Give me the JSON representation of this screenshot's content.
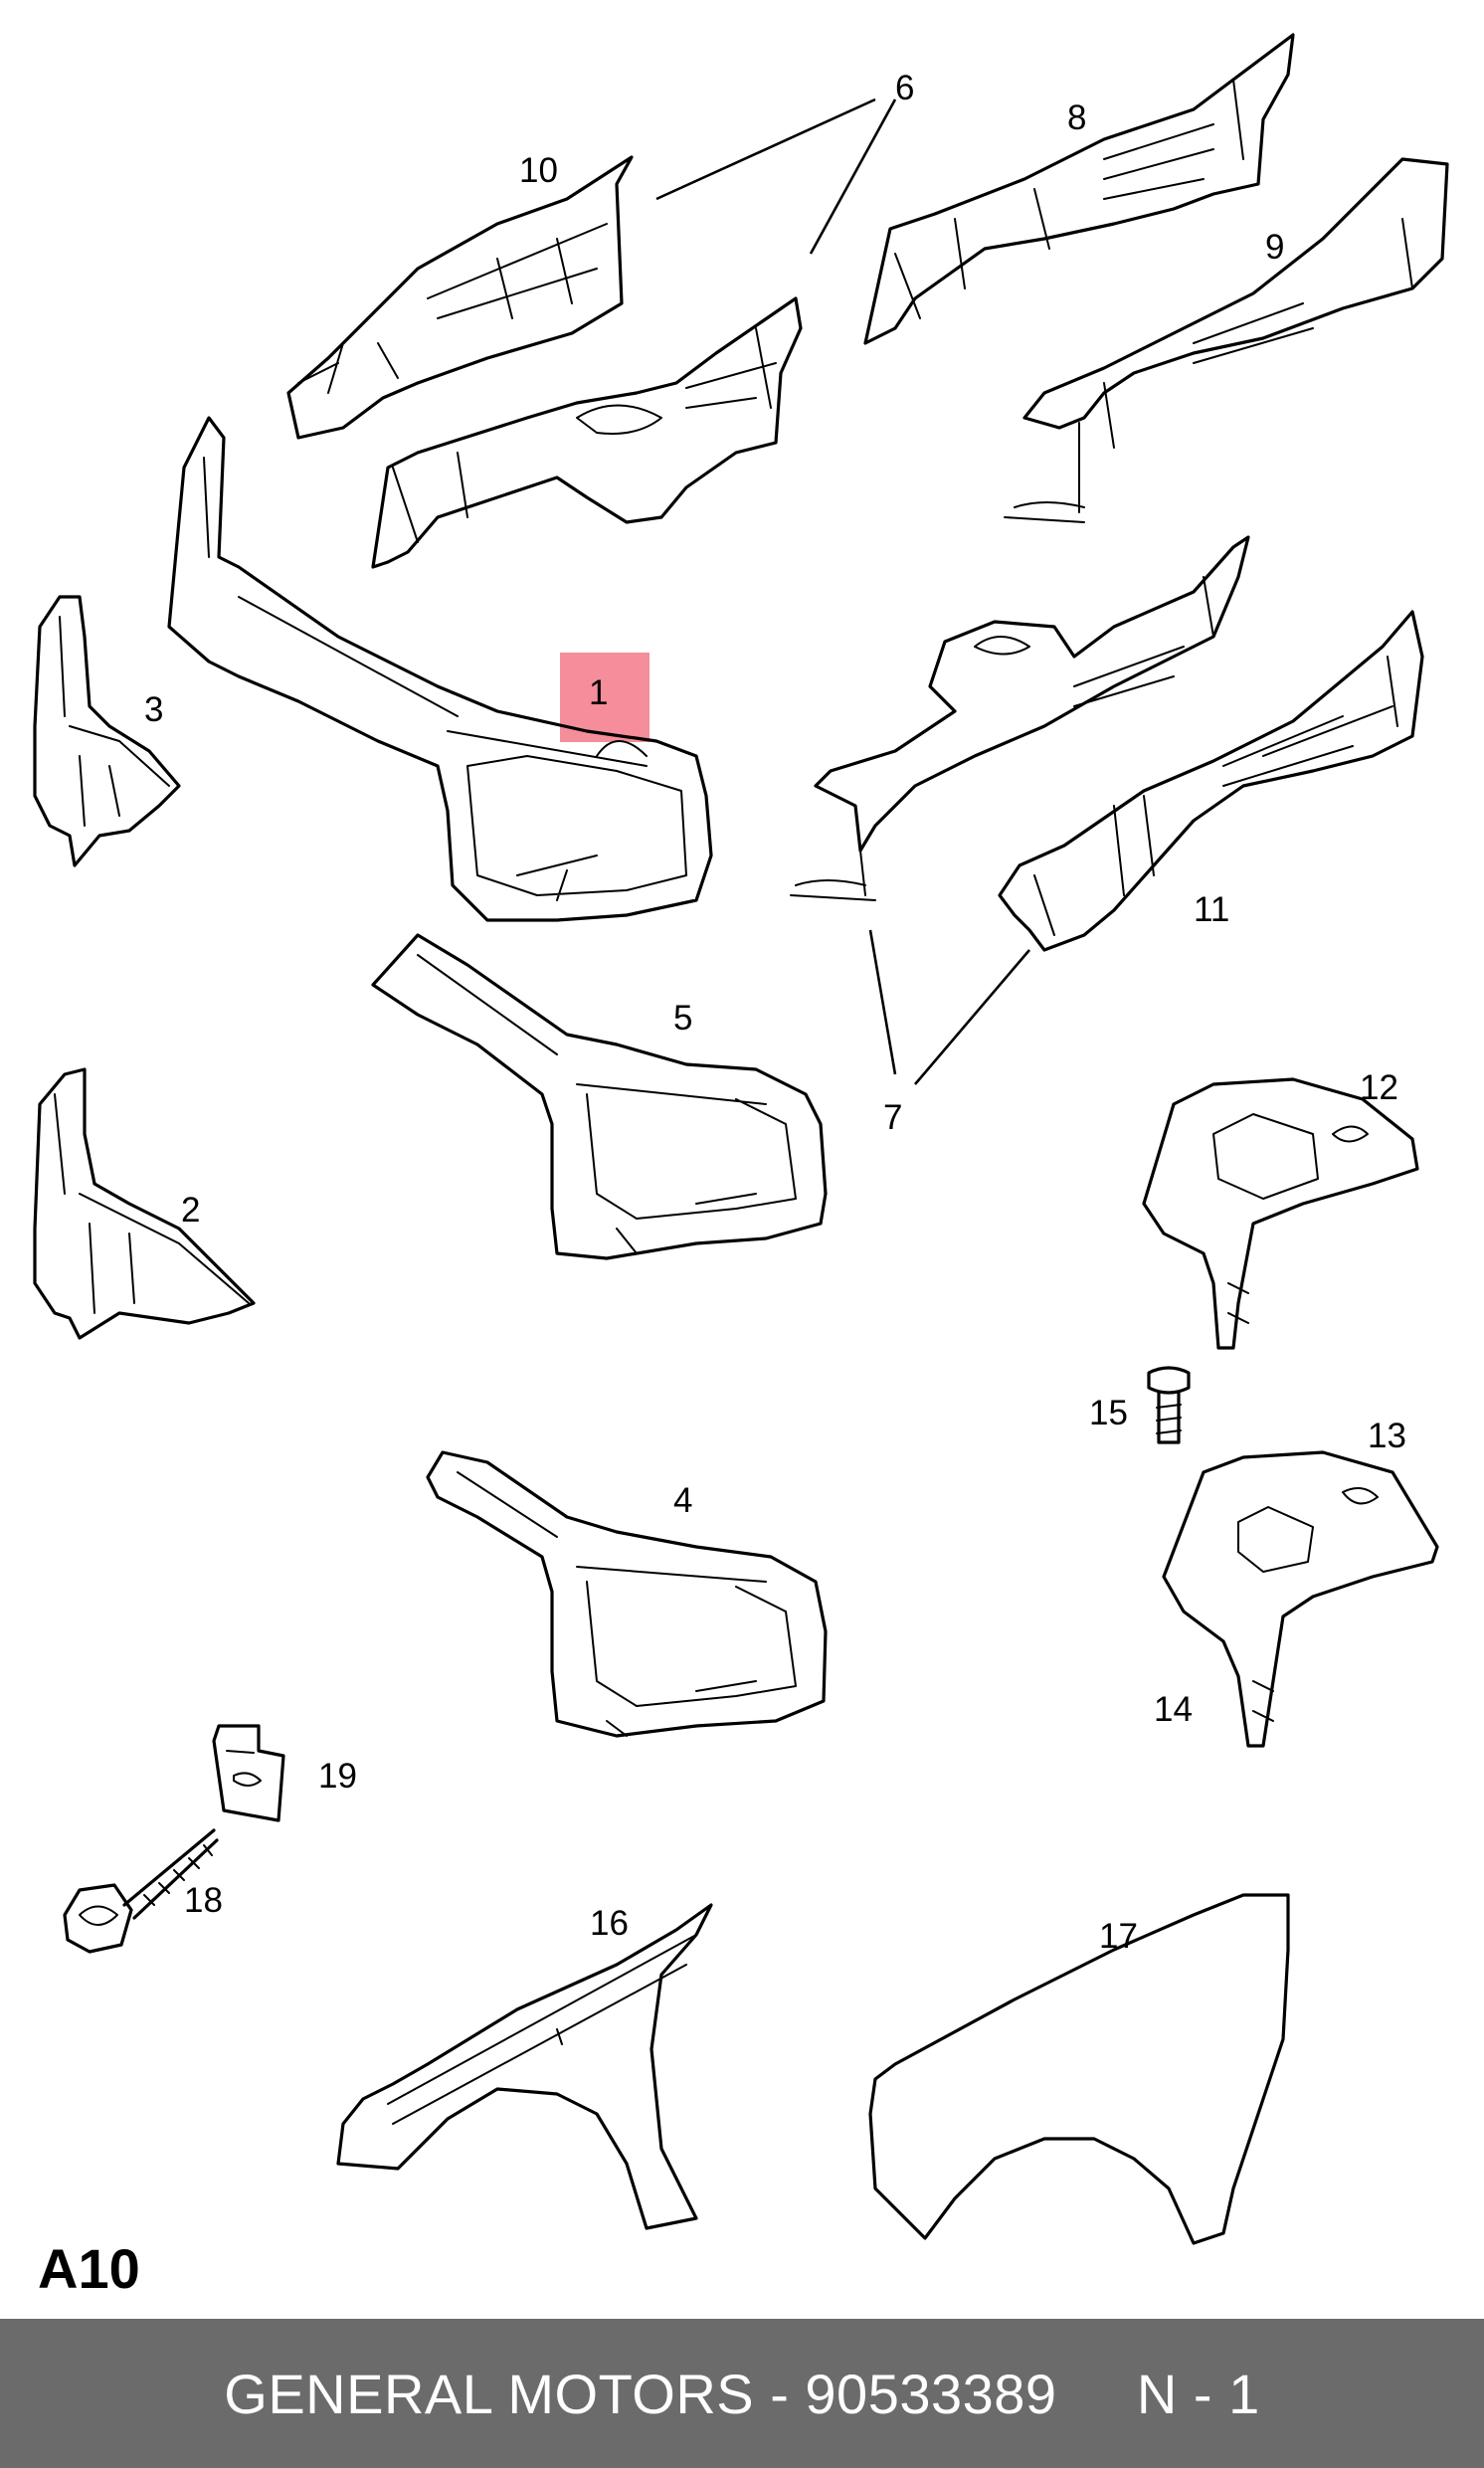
{
  "diagram": {
    "page_code": "A10",
    "callouts": [
      "1",
      "2",
      "3",
      "4",
      "5",
      "6",
      "7",
      "8",
      "9",
      "10",
      "11",
      "12",
      "13",
      "14",
      "15",
      "16",
      "17",
      "18",
      "19"
    ],
    "highlighted_callout": "1",
    "colors": {
      "highlight": "#f26d7d",
      "footer_bg": "#6b6b6b",
      "line": "#000000"
    }
  },
  "footer": {
    "text": "GENERAL MOTORS - 90533389     N - 1"
  }
}
